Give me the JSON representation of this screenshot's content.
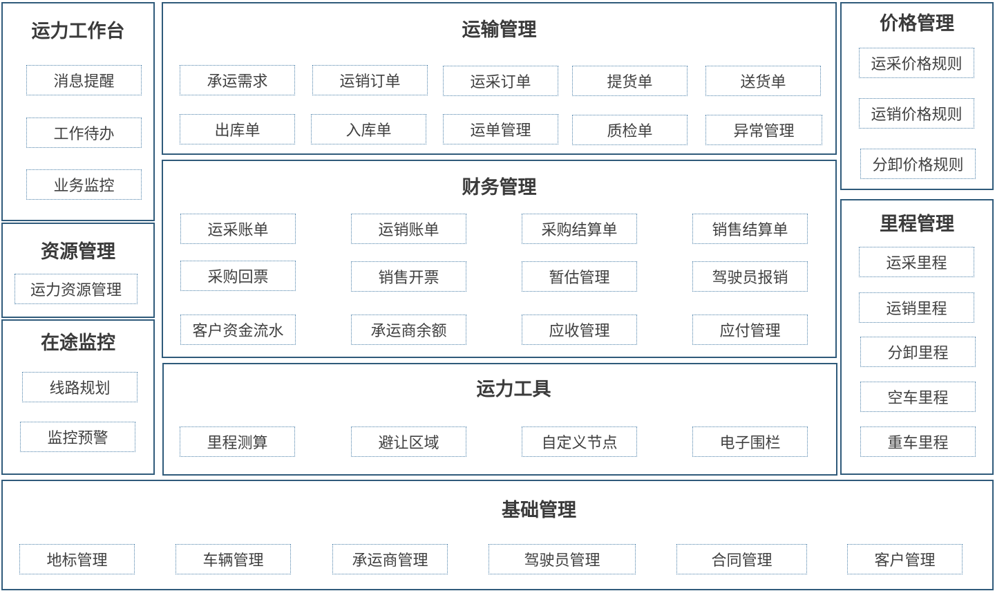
{
  "workbench": {
    "title": "运力工作台",
    "items": [
      "消息提醒",
      "工作待办",
      "业务监控"
    ]
  },
  "resource": {
    "title": "资源管理",
    "items": [
      "运力资源管理"
    ]
  },
  "transit": {
    "title": "在途监控",
    "items": [
      "线路规划",
      "监控预警"
    ]
  },
  "transport": {
    "title": "运输管理",
    "items": [
      "承运需求",
      "运销订单",
      "运采订单",
      "提货单",
      "送货单",
      "出库单",
      "入库单",
      "运单管理",
      "质检单",
      "异常管理"
    ]
  },
  "finance": {
    "title": "财务管理",
    "items": [
      "运采账单",
      "运销账单",
      "采购结算单",
      "销售结算单",
      "采购回票",
      "销售开票",
      "暂估管理",
      "驾驶员报销",
      "客户资金流水",
      "承运商余额",
      "应收管理",
      "应付管理"
    ]
  },
  "tools": {
    "title": "运力工具",
    "items": [
      "里程测算",
      "避让区域",
      "自定义节点",
      "电子围栏"
    ]
  },
  "price": {
    "title": "价格管理",
    "items": [
      "运采价格规则",
      "运销价格规则",
      "分卸价格规则"
    ]
  },
  "mileage": {
    "title": "里程管理",
    "items": [
      "运采里程",
      "运销里程",
      "分卸里程",
      "空车里程",
      "重车里程"
    ]
  },
  "base": {
    "title": "基础管理",
    "items": [
      "地标管理",
      "车辆管理",
      "承运商管理",
      "驾驶员管理",
      "合同管理",
      "客户管理"
    ]
  }
}
